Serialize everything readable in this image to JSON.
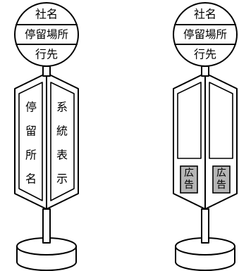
{
  "left_sign": {
    "head": {
      "top_label": "社名",
      "middle_label": "停留場所",
      "bottom_label": "行先"
    },
    "left_panel_chars": [
      "停",
      "留",
      "所",
      "名"
    ],
    "right_panel_chars": [
      "系",
      "統",
      "表",
      "示"
    ]
  },
  "right_sign": {
    "head": {
      "top_label": "社名",
      "middle_label": "停留場所",
      "bottom_label": "行先"
    },
    "left_ad_chars": [
      "広",
      "告"
    ],
    "right_ad_chars": [
      "広",
      "告"
    ]
  }
}
